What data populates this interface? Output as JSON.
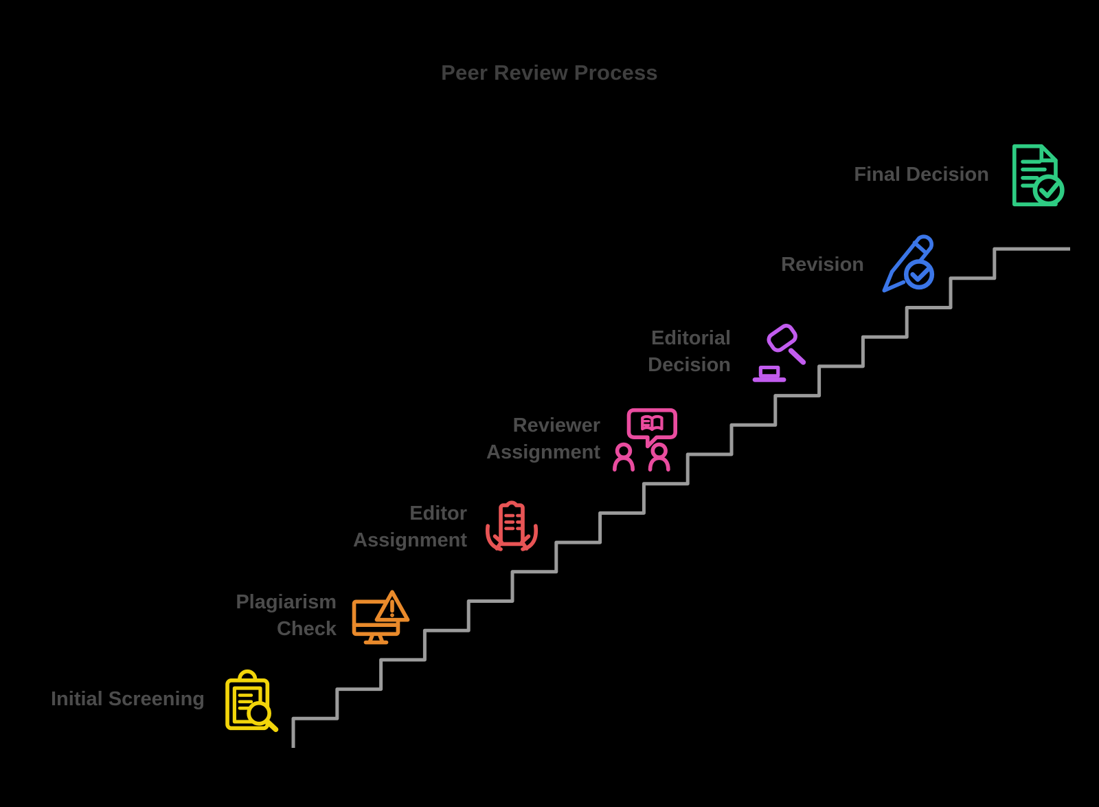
{
  "title": "Peer Review Process",
  "colors": {
    "background": "#000000",
    "title_text": "#3f3f3f",
    "label_text": "#4c4c4c",
    "staircase": "#9b9b9b"
  },
  "steps": [
    {
      "label": "Initial Screening",
      "icon": "clipboard-search-icon",
      "color": "#f2d50a"
    },
    {
      "label": "Plagiarism\nCheck",
      "icon": "monitor-warning-icon",
      "color": "#e98a2b"
    },
    {
      "label": "Editor\nAssignment",
      "icon": "hands-document-icon",
      "color": "#e85455"
    },
    {
      "label": "Reviewer\nAssignment",
      "icon": "people-discussion-icon",
      "color": "#ea4c9f"
    },
    {
      "label": "Editorial\nDecision",
      "icon": "gavel-icon",
      "color": "#c25cef"
    },
    {
      "label": "Revision",
      "icon": "pencil-check-icon",
      "color": "#3b76e8"
    },
    {
      "label": "Final Decision",
      "icon": "document-check-icon",
      "color": "#2ecc83"
    }
  ]
}
